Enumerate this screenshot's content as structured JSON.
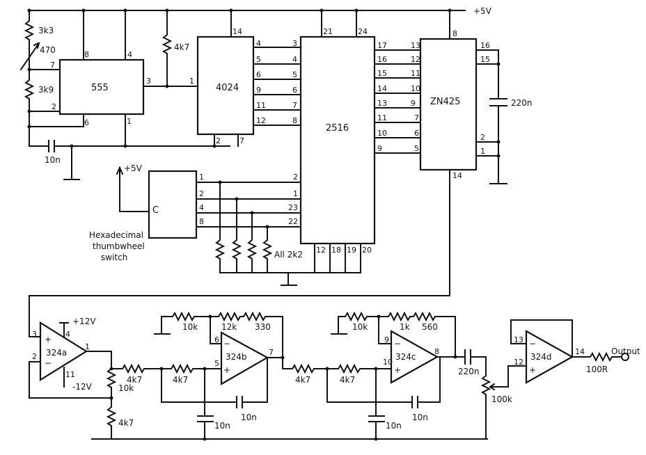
{
  "supply": {
    "rail": "+5V"
  },
  "chips": {
    "u555": "555",
    "u4024": "4024",
    "u2516": "2516",
    "zn425": "ZN425",
    "op_a": "324a",
    "op_b": "324b",
    "op_c": "324c",
    "op_d": "324d",
    "switch": "C"
  },
  "components": {
    "r_3k3": "3k3",
    "r_470": "470",
    "r_3k9": "3k9",
    "r_4k7_top": "4k7",
    "c_10n_timer": "10n",
    "c_220n_zn": "220n",
    "r_pullups": "All  2k2",
    "r_10k_a": "10k",
    "r_4k7_a": "4k7",
    "r_4k7_b1": "4k7",
    "r_4k7_b2": "4k7",
    "r_10k_b": "10k",
    "r_12k_b": "12k",
    "r_330_b": "330",
    "c_10n_b1": "10n",
    "c_10n_b2": "10n",
    "r_4k7_c1": "4k7",
    "r_4k7_c2": "4k7",
    "r_10k_c": "10k",
    "r_1k_c": "1k",
    "r_560_c": "560",
    "c_10n_c1": "10n",
    "c_10n_c2": "10n",
    "c_220n_out": "220n",
    "pot_100k": "100k",
    "r_100r": "100R"
  },
  "opamp_supply": {
    "pos": "+12V",
    "neg": "-12V",
    "pin_pos": "4",
    "pin_neg": "11"
  },
  "switch_block": {
    "supply": "+5V",
    "caption_line1": "Hexadecimal",
    "caption_line2": "thumbwheel",
    "caption_line3": "switch",
    "pins": [
      "1",
      "2",
      "4",
      "8"
    ]
  },
  "output": {
    "label": "Output"
  },
  "pins": {
    "u555": {
      "top_left": "8",
      "top_right": "4",
      "l7": "7",
      "l2": "2",
      "b6": "6",
      "b1": "1",
      "r3": "3"
    },
    "u4024": {
      "top": "14",
      "in": "1",
      "b2": "2",
      "b7": "7",
      "outs": [
        "4",
        "5",
        "6",
        "9",
        "11",
        "12"
      ]
    },
    "u2516": {
      "top_a": "21",
      "top_b": "24",
      "ins": [
        "3",
        "4",
        "5",
        "6",
        "7",
        "8"
      ],
      "sw_ins": [
        "2",
        "1",
        "23",
        "22"
      ],
      "bottom": [
        "12",
        "18",
        "19",
        "20"
      ],
      "outs": [
        "17",
        "16",
        "15",
        "14",
        "13",
        "11",
        "10",
        "9"
      ]
    },
    "zn425": {
      "ins": [
        "13",
        "12",
        "11",
        "10",
        "9",
        "7",
        "6",
        "5"
      ],
      "top": "8",
      "r16": "16",
      "r15": "15",
      "r2": "2",
      "r1": "1",
      "b14": "14"
    },
    "op_a": {
      "plus": "3",
      "minus": "2",
      "out": "1"
    },
    "op_b": {
      "minus": "6",
      "plus": "5",
      "out": "7"
    },
    "op_c": {
      "minus": "9",
      "plus": "10",
      "out": "8"
    },
    "op_d": {
      "minus": "13",
      "plus": "12",
      "out": "14"
    }
  }
}
